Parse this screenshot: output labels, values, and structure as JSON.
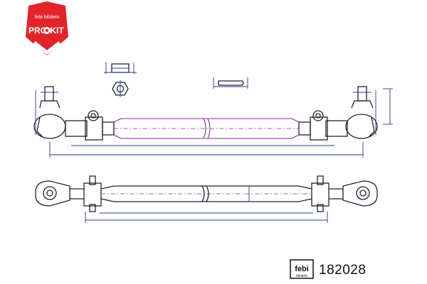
{
  "badge": {
    "brand": "febi bilstein",
    "line1": "PRO",
    "line2": "KIT",
    "color": "#e3232a"
  },
  "logo": {
    "text": "febi",
    "subtext": "bilstein"
  },
  "part_number": "182028",
  "colors": {
    "outline": "#1e2230",
    "dimension": "#2a3a8c",
    "tube": "#8a2a9a"
  }
}
